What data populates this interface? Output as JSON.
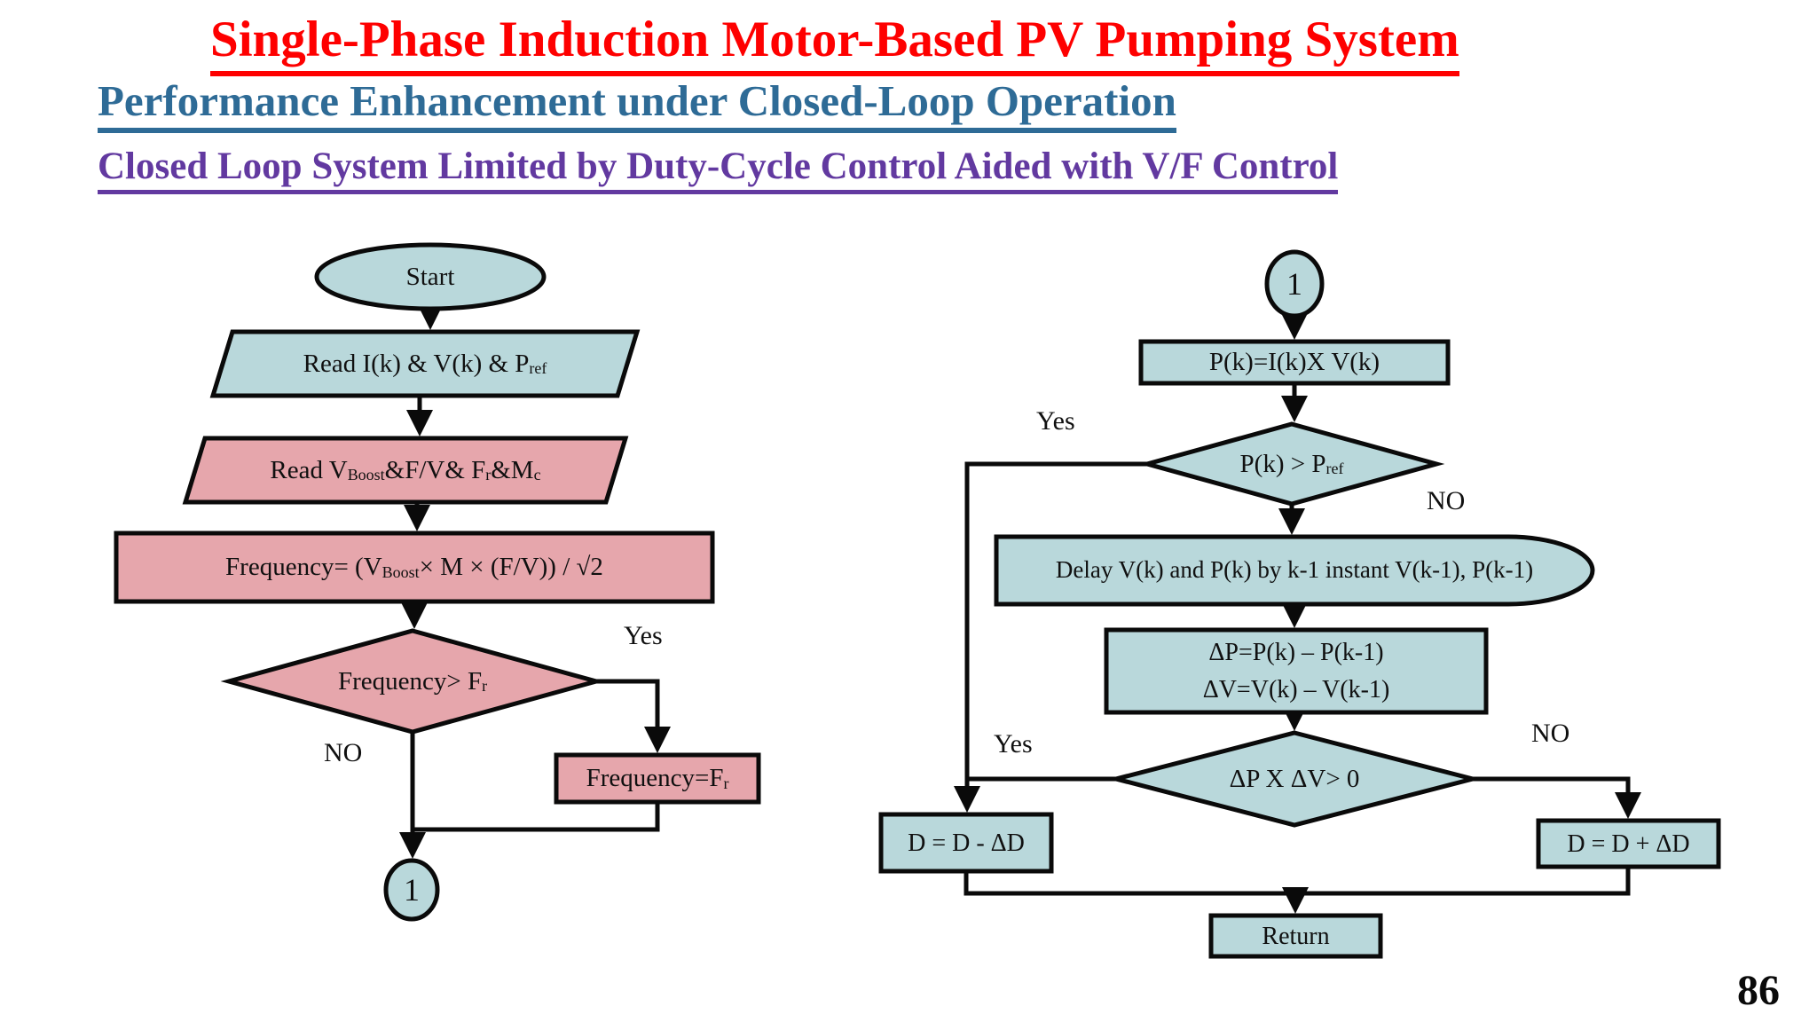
{
  "slide": {
    "title1": "Single-Phase Induction Motor-Based PV Pumping System",
    "title2": "Performance Enhancement under Closed-Loop Operation",
    "title3": "Closed Loop System Limited by Duty-Cycle Control Aided with V/F Control",
    "page_number": "86"
  },
  "colors": {
    "title_red": "#fe0000",
    "title_blue": "#2e6b96",
    "title_purple": "#6239a0",
    "node_blue": "#b9d8db",
    "node_pink": "#e6a6ac",
    "line_black": "#0a0a0a"
  },
  "left_chart": {
    "start_label": "Start",
    "read_input_parts": [
      "Read I(k) & V(k) & P",
      "ref"
    ],
    "read_params_parts": [
      "Read V",
      "Boost",
      " &F/V& F",
      "r",
      " &M",
      "c"
    ],
    "frequency_formula_parts": [
      "Frequency= (V",
      "Boost",
      " × M × (F/V)) / √2"
    ],
    "frequency_decision_parts": [
      "Frequency> F",
      "r"
    ],
    "frequency_limit_parts": [
      "Frequency=F",
      "r"
    ],
    "yes_label": "Yes",
    "no_label": "NO",
    "connector_label": "1"
  },
  "right_chart": {
    "connector_label": "1",
    "power_calc_label": "P(k)=I(k)X V(k)",
    "power_decision_parts": [
      "P(k) > P",
      "ref"
    ],
    "yes_label_1": "Yes",
    "no_label_1": "NO",
    "delay_label": "Delay V(k) and P(k) by k-1 instant V(k-1), P(k-1)",
    "delta_p_label": "ΔP=P(k) – P(k-1)",
    "delta_v_label": "ΔV=V(k) – V(k-1)",
    "delta_decision_label": "ΔP X ΔV> 0",
    "yes_label_2": "Yes",
    "no_label_2": "NO",
    "duty_decrease_label": "D = D - ΔD",
    "duty_increase_label": "D = D + ΔD",
    "return_label": "Return"
  }
}
